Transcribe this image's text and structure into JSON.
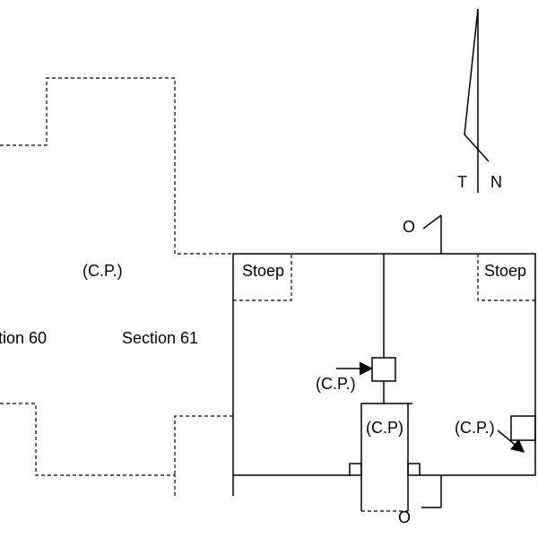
{
  "labels": {
    "north_t": "T",
    "north_n": "N",
    "cp_left": "(C.P.)",
    "section_60": "tion 60",
    "section_61": "Section 61",
    "stoep_left": "Stoep",
    "stoep_right": "Stoep",
    "cp_arrow_left": "(C.P.)",
    "cp_center": "(C.P)",
    "cp_right": "(C.P.)",
    "o_top": "O",
    "o_bottom": "O"
  }
}
